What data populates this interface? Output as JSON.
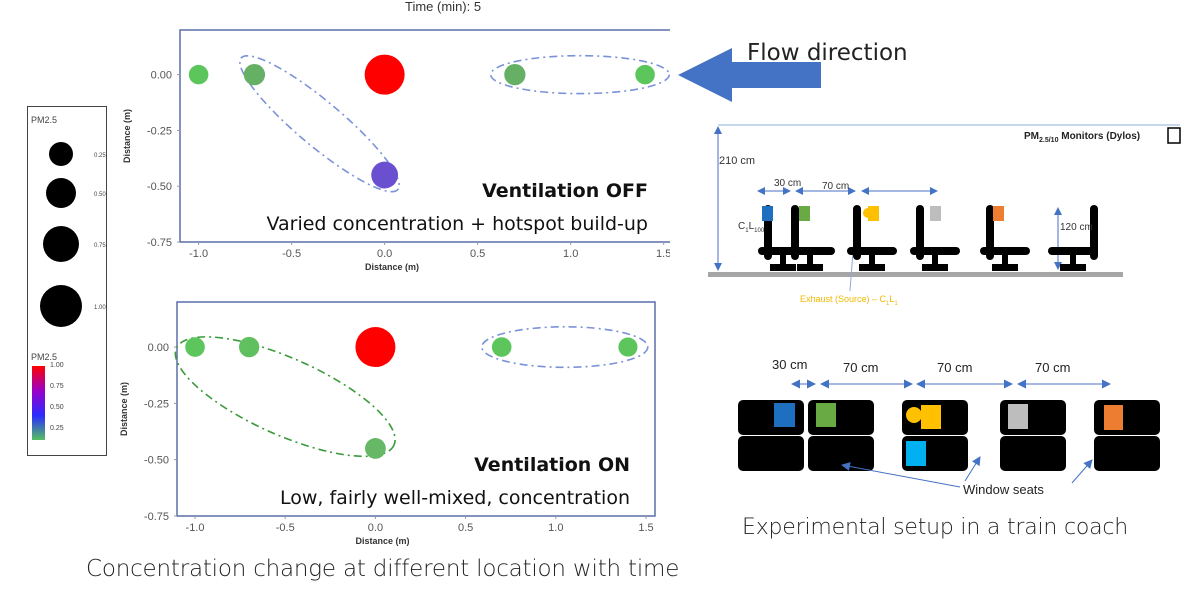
{
  "time_label": "Time (min): 5",
  "legend": {
    "size_title": "PM2.5",
    "size_entries": [
      "0.25",
      "0.50",
      "0.75",
      "1.00"
    ],
    "size_values": [
      0.25,
      0.5,
      0.75,
      1.0
    ],
    "color_title": "PM2.5",
    "color_ticks": [
      "1.00",
      "0.75",
      "0.50",
      "0.25"
    ],
    "color_stops": [
      "#ff0000",
      "#9a00c8",
      "#2a2aff",
      "#55c060"
    ]
  },
  "chart_data": [
    {
      "type": "scatter",
      "title": "Ventilation OFF",
      "subtitle": "Varied concentration + hotspot build-up",
      "xlabel": "Distance (m)",
      "ylabel": "Distance (m)",
      "xlim": [
        -1.1,
        1.55
      ],
      "ylim": [
        -0.75,
        0.2
      ],
      "xticks": [
        "-1.0",
        "-0.5",
        "0.0",
        "0.5",
        "1.0",
        "1.5"
      ],
      "xtick_values": [
        -1.0,
        -0.5,
        0.0,
        0.5,
        1.0,
        1.5
      ],
      "yticks": [
        "0.00",
        "-0.25",
        "-0.50",
        "-0.75"
      ],
      "ytick_values": [
        0.0,
        -0.25,
        -0.5,
        -0.75
      ],
      "points": [
        {
          "x": -1.0,
          "y": 0.0,
          "pm": 0.15,
          "color": "#5cc65c"
        },
        {
          "x": -0.7,
          "y": 0.0,
          "pm": 0.22,
          "color": "#66b066"
        },
        {
          "x": 0.0,
          "y": 0.0,
          "pm": 1.0,
          "color": "#ff0000"
        },
        {
          "x": 0.0,
          "y": -0.45,
          "pm": 0.45,
          "color": "#6a4fd0"
        },
        {
          "x": 0.7,
          "y": 0.0,
          "pm": 0.22,
          "color": "#66b066"
        },
        {
          "x": 1.4,
          "y": 0.0,
          "pm": 0.15,
          "color": "#5cc65c"
        }
      ],
      "groups": [
        {
          "name": "diagonal-group",
          "color": "#7a92d8",
          "cx": -0.35,
          "cy": -0.22,
          "rx": 0.55,
          "ry": 0.1,
          "angle": 40
        },
        {
          "name": "downstream-group",
          "color": "#7a92d8",
          "cx": 1.05,
          "cy": 0.0,
          "rx": 0.48,
          "ry": 0.085,
          "angle": 0
        }
      ]
    },
    {
      "type": "scatter",
      "title": "Ventilation ON",
      "subtitle": "Low, fairly well-mixed, concentration",
      "xlabel": "Distance (m)",
      "ylabel": "Distance (m)",
      "xlim": [
        -1.1,
        1.55
      ],
      "ylim": [
        -0.75,
        0.2
      ],
      "xticks": [
        "-1.0",
        "-0.5",
        "0.0",
        "0.5",
        "1.0",
        "1.5"
      ],
      "xtick_values": [
        -1.0,
        -0.5,
        0.0,
        0.5,
        1.0,
        1.5
      ],
      "yticks": [
        "0.00",
        "-0.25",
        "-0.50",
        "-0.75"
      ],
      "ytick_values": [
        0.0,
        -0.25,
        -0.5,
        -0.75
      ],
      "points": [
        {
          "x": -1.0,
          "y": 0.0,
          "pm": 0.15,
          "color": "#5cc65c"
        },
        {
          "x": -0.7,
          "y": 0.0,
          "pm": 0.18,
          "color": "#60c060"
        },
        {
          "x": 0.0,
          "y": 0.0,
          "pm": 1.0,
          "color": "#ff0000"
        },
        {
          "x": 0.0,
          "y": -0.45,
          "pm": 0.2,
          "color": "#66b866"
        },
        {
          "x": 0.7,
          "y": 0.0,
          "pm": 0.15,
          "color": "#5cc65c"
        },
        {
          "x": 1.4,
          "y": 0.0,
          "pm": 0.13,
          "color": "#5cc65c"
        }
      ],
      "groups": [
        {
          "name": "mixed-group",
          "color": "#3a9a3a",
          "cx": -0.5,
          "cy": -0.22,
          "rx": 0.66,
          "ry": 0.17,
          "angle": 24
        },
        {
          "name": "downstream-group",
          "color": "#7a92d8",
          "cx": 1.05,
          "cy": 0.0,
          "rx": 0.46,
          "ry": 0.09,
          "angle": 0
        }
      ]
    }
  ],
  "left_caption": "Concentration change at different location with time",
  "flow": {
    "label": "Flow direction",
    "color": "#4472c4"
  },
  "side_view": {
    "height_label": "210 cm",
    "gap_30": "30 cm",
    "gap_70": "70 cm",
    "seat_height": "120 cm",
    "monitor_label": "PM",
    "monitor_sub": "2.5/10",
    "monitor_suffix": " Monitors (Dylos)",
    "c1l100": "C",
    "c1l100_sub1": "1",
    "c1l100_l": "L",
    "c1l100_sub2": "100",
    "exhaust_label": "Exhaust (Source) – C",
    "exhaust_sub1": "1",
    "exhaust_l": "L",
    "exhaust_sub2": "1",
    "exhaust_color": "#f2b800",
    "monitors": [
      "#1f6fc0",
      "#6aaa44",
      "#ffc000",
      "#bdbdbd",
      "#ed7d31"
    ]
  },
  "top_view": {
    "gaps": [
      "30 cm",
      "70 cm",
      "70 cm",
      "70 cm"
    ],
    "window_label": "Window seats",
    "monitors": [
      "#1f6fc0",
      "#6aaa44",
      "#ffc000",
      "#00b0f0",
      "#bdbdbd",
      "#ed7d31"
    ]
  },
  "right_caption": "Experimental setup in a train coach"
}
